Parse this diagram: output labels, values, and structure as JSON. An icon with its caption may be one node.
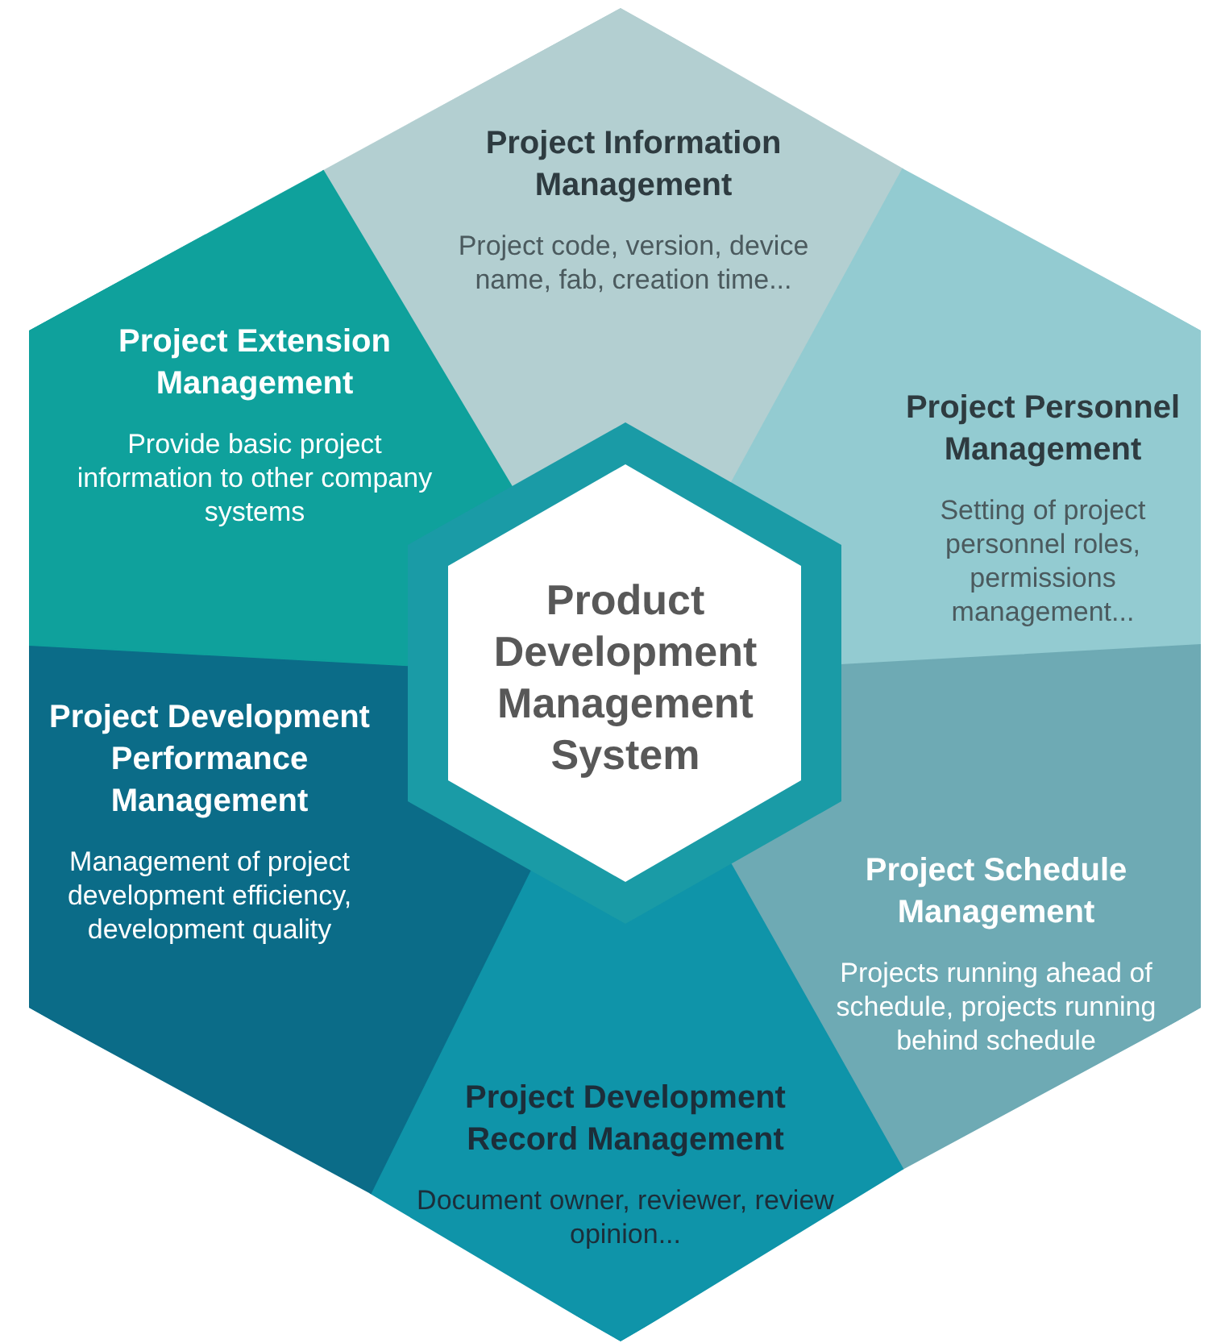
{
  "diagram": {
    "nodes": [
      {
        "text": [
          "Product Development Management System"
        ]
      },
      {
        "text": [
          "Project Information Management",
          "Project code, version, device name, fab, creation time..."
        ]
      },
      {
        "text": [
          "Project Personnel Management",
          "Setting of project personnel roles, permissions management..."
        ]
      },
      {
        "text": [
          "Project Schedule Management",
          "Projects running ahead of schedule, projects running behind schedule"
        ]
      },
      {
        "text": [
          "Project Development Record Management",
          "Document owner, reviewer, review opinion..."
        ]
      },
      {
        "text": [
          "Project Development Performance Management",
          "Management of project development efficiency, development quality"
        ]
      },
      {
        "text": [
          "Project Extension Management",
          "Provide basic project information to other company systems"
        ]
      }
    ]
  }
}
